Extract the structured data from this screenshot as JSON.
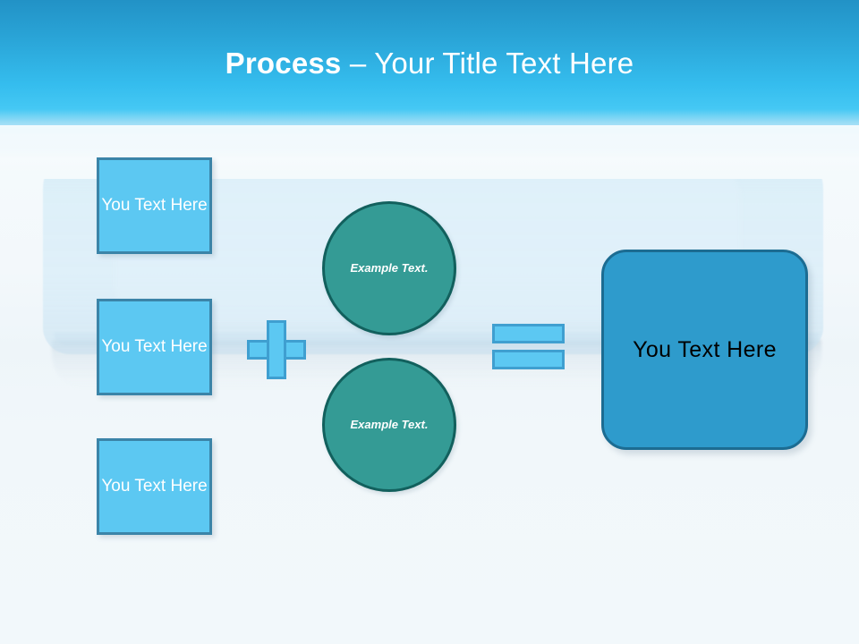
{
  "slide": {
    "title": {
      "strong": "Process",
      "dash": " – ",
      "rest": "Your Title Text Here"
    }
  },
  "inputs": [
    {
      "label": "You Text Here"
    },
    {
      "label": "You Text Here"
    },
    {
      "label": "You Text Here"
    }
  ],
  "operators": {
    "plus": "plus-sign",
    "equals": "equals-sign"
  },
  "circles": [
    {
      "label": "Example Text."
    },
    {
      "label": "Example Text."
    }
  ],
  "result": {
    "label": "You Text Here"
  },
  "colors": {
    "header_top": "#2292c6",
    "header_bottom": "#45c8f4",
    "input_fill": "#5cc8f2",
    "input_border": "#3b84a8",
    "circle_fill": "#349b95",
    "circle_border": "#12605d",
    "result_fill": "#2e9bcc",
    "result_border": "#1c6c92",
    "page_background": "#f2f8fb",
    "title_text": "#ffffff",
    "result_text": "#000000"
  }
}
